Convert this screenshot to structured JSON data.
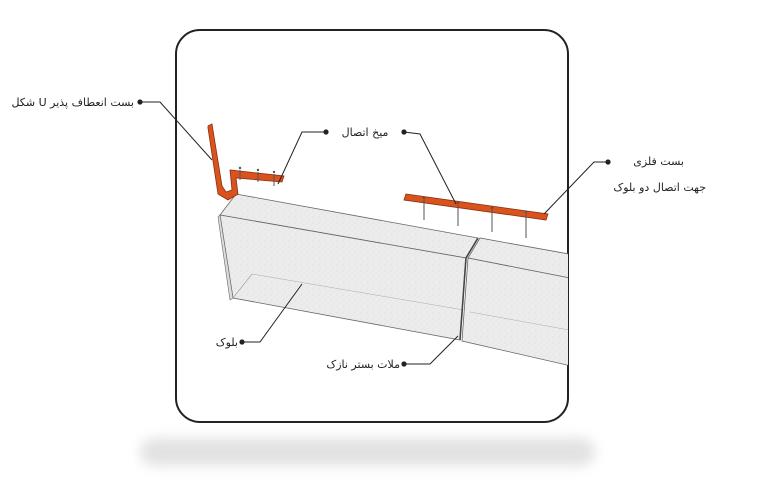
{
  "labels": {
    "flexible_clip": "بست انعطاف پذیر U شکل",
    "nail": "میخ اتصال",
    "metal_clip_line1": "بست فلزی",
    "metal_clip_line2": "جهت اتصال دو بلوک",
    "block": "بلوک",
    "mortar": "ملات بستر نازک"
  },
  "colors": {
    "clip": "#d9531e",
    "clip_dark": "#8c2f0c",
    "block_face": "#e9e9e9",
    "block_edge": "#555555",
    "frame": "#222222"
  }
}
